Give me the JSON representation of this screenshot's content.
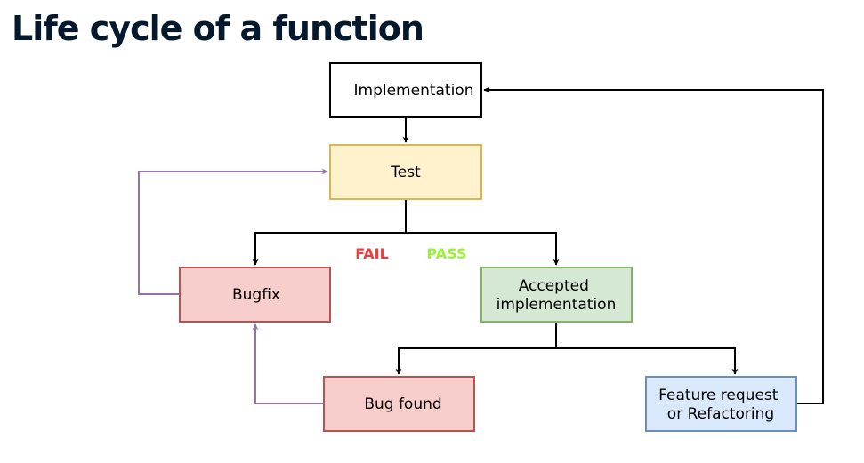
{
  "title": "Life cycle of a function",
  "nodes": {
    "implementation": {
      "lines": [
        "Implementation"
      ]
    },
    "test": {
      "lines": [
        "Test"
      ]
    },
    "bugfix": {
      "lines": [
        "Bugfix"
      ]
    },
    "accepted": {
      "lines": [
        "Accepted",
        "implementation"
      ]
    },
    "bug_found": {
      "lines": [
        "Bug found"
      ]
    },
    "feature_request": {
      "lines": [
        "Feature request",
        "or Refactoring"
      ]
    }
  },
  "edge_labels": {
    "fail": "FAIL",
    "pass": "PASS"
  },
  "colors": {
    "fail": "#ef3b3b",
    "pass": "#9cf03a",
    "feedback_arrow": "#9673a6",
    "yellow_fill": "#fff2cc",
    "yellow_stroke": "#d6b656",
    "red_fill": "#f8cecc",
    "red_stroke": "#b85450",
    "green_fill": "#d5e8d4",
    "green_stroke": "#82b366",
    "blue_fill": "#dae8fc",
    "blue_stroke": "#6c8ebf"
  }
}
